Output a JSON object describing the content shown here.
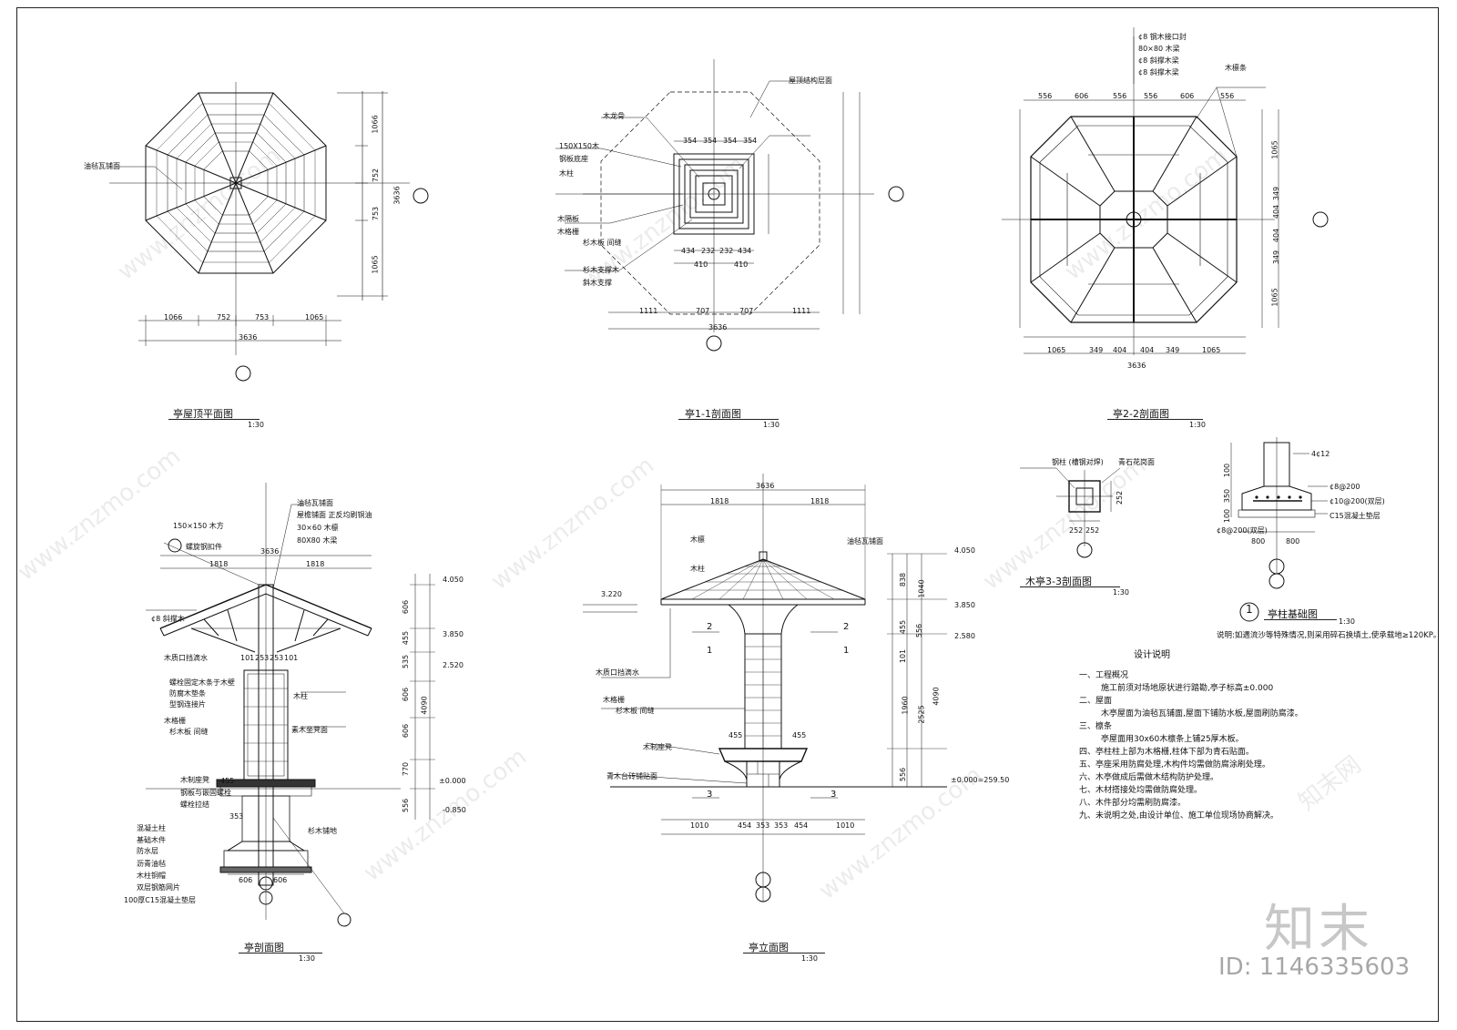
{
  "views": {
    "roof_plan": {
      "title": "亭屋顶平面图",
      "scale": "1:30",
      "label_tiles": "油毡瓦铺面",
      "dims_bottom": [
        "1066",
        "752",
        "753",
        "1065"
      ],
      "dim_total": "3636",
      "dims_right": [
        "1066",
        "752",
        "753",
        "1065"
      ],
      "dim_total_right": "3636"
    },
    "section_1": {
      "title": "亭1-1剖面图",
      "scale": "1:30",
      "labels": [
        "木龙骨",
        "150X150木",
        "钢板底座",
        "木柱",
        "木隔板",
        "木格栅",
        "杉木板 间缝",
        "杉木支撑木",
        "斜木支撑",
        "屋顶结构层面"
      ],
      "dims_top": [
        "354",
        "354",
        "354",
        "354"
      ],
      "dims_bottom": [
        "434",
        "232",
        "232",
        "434"
      ],
      "dims_bottom2": [
        "410",
        "410"
      ],
      "dims_base": [
        "1111",
        "707",
        "707",
        "1111"
      ],
      "dim_total": "3636"
    },
    "section_2": {
      "title": "亭2-2剖面图",
      "scale": "1:30",
      "labels_top": [
        "¢8 钢木接口封",
        "80×80 木梁",
        "¢8 斜撑木梁",
        "¢8 斜撑木梁"
      ],
      "label_beam": "木檩条",
      "dims_top": [
        "556",
        "606",
        "556",
        "556",
        "606",
        "556"
      ],
      "dims_bottom": [
        "1065",
        "349",
        "404",
        "404",
        "349",
        "1065"
      ],
      "dim_total": "3636",
      "dims_right": [
        "1065",
        "349",
        "404",
        "404",
        "349",
        "1065"
      ]
    },
    "pavilion_section": {
      "title": "亭剖面图",
      "scale": "1:30",
      "labels": [
        "油毡瓦铺面",
        "屋檐铺面 正反均刷铜油",
        "30×60 木檩",
        "80X80 木梁",
        "150×150 木方",
        "螺旋钢扣件",
        "¢8 斜撑木",
        "木质口挡滴水",
        "螺栓固定木条于木壁",
        "防腐木垫条",
        "型钢连接片",
        "木柱",
        "木格栅",
        "杉木板 间缝",
        "素木坐凳面",
        "木制座凳",
        "钢板与嵌固螺栓",
        "螺栓拉结",
        "混凝土柱",
        "双层钢筋网片",
        "100厚C15混凝土垫层",
        "基础木件",
        "防水层",
        "沥青油毡",
        "木柱铜帽",
        "杉木铺地"
      ],
      "dims_top": [
        "1818",
        "1818"
      ],
      "dim_total": "3636",
      "dims_mid": [
        "101",
        "253",
        "253",
        "101"
      ],
      "dims_seat": "455",
      "dims_right": [
        "606",
        "455",
        "535",
        "606",
        "606",
        "770",
        "556"
      ],
      "dims_total_right": "4090",
      "elev": [
        "4.050",
        "3.850",
        "2.520",
        "±0.000",
        "-0.850"
      ],
      "dims_base": [
        "606",
        "606"
      ],
      "dim_353": "353"
    },
    "elevation": {
      "title": "亭立面图",
      "scale": "1:30",
      "labels": [
        "木檩",
        "木柱",
        "油毡瓦铺面",
        "木质口挡滴水",
        "木格栅",
        "杉木板 间缝",
        "木制座凳",
        "青木台砖铺贴面"
      ],
      "dim_total": "3636",
      "dims_top": [
        "1818",
        "1818"
      ],
      "dims_bottom": [
        "1010",
        "454",
        "353",
        "353",
        "454",
        "1010"
      ],
      "elev": [
        "4.050",
        "3.850",
        "3.220",
        "2.580",
        "±0.000=259.50"
      ],
      "dims_right": [
        "838",
        "1040",
        "455",
        "556",
        "101",
        "1960",
        "2525",
        "556"
      ],
      "dims_total_right": "4090",
      "dims_seat": [
        "455",
        "455"
      ]
    },
    "section_3": {
      "title": "木亭3-3剖面图",
      "scale": "1:30",
      "labels": [
        "钢柱 (槽钢对焊)",
        "青石花岗面"
      ],
      "dims": [
        "252",
        "252"
      ],
      "dim_v": "252"
    },
    "foundation": {
      "title": "亭柱基础图",
      "scale": "1:30",
      "marker": "1",
      "labels": [
        "4¢12",
        "¢8@200",
        "¢10@200(双层)",
        "¢8@200(双层)",
        "C15混凝土垫层"
      ],
      "dims": [
        "800",
        "800"
      ],
      "dim_v": [
        "100",
        "350",
        "100"
      ],
      "note": "说明:如遇流沙等特殊情况,则采用碎石换填土,使承载地≥120KP。"
    }
  },
  "notes": {
    "title": "设计说明",
    "items": [
      "一、工程概况",
      "施工前须对场地原状进行踏勘,亭子标高±0.000",
      "二、屋面",
      "木亭屋面为油毡瓦铺面,屋面下铺防水板,屋面刷防腐漆。",
      "三、檩条",
      "亭屋面用30x60木檩条上铺25厚木板。",
      "四、亭柱柱上部为木格栅,柱体下部为青石贴面。",
      "五、亭座采用防腐处理,木构件均需做防腐涂刷处理。",
      "六、木亭做成后需做木结构防护处理。",
      "七、木材搭接处均需做防腐处理。",
      "八、木件部分均需刷防腐漆。",
      "九、未说明之处,由设计单位、施工单位现场协商解决。"
    ]
  },
  "watermark": {
    "site": "www.znzmo.com",
    "brand": "知末",
    "brand_cn": "知末网",
    "id": "ID: 1146335603"
  }
}
